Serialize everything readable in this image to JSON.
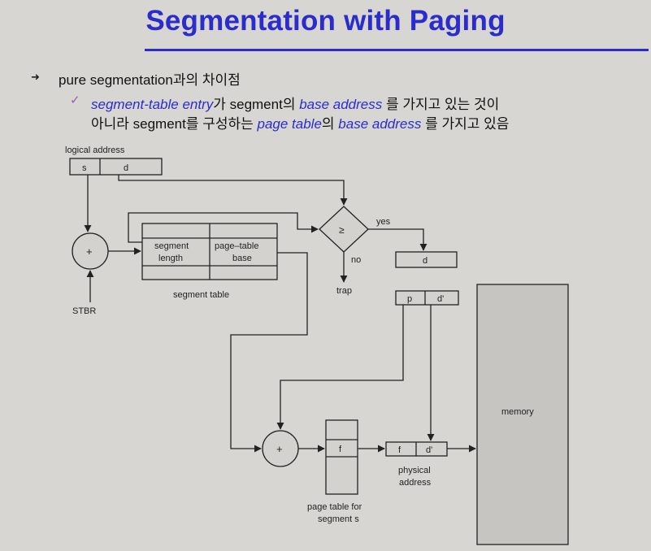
{
  "title": "Segmentation with Paging",
  "bullet": {
    "text": "pure segmentation과의 차이점"
  },
  "sub": {
    "line1": {
      "a": "segment-table entry",
      "b": "가 segment의 ",
      "c": "base address",
      "d": " 를 가지고 있는 것이"
    },
    "line2": {
      "a": "아니라 segment를 구성하는 ",
      "b": "page table",
      "c": "의 ",
      "d": "base address",
      "e": " 를 가지고 있음"
    }
  },
  "diagram": {
    "logical_address": "logical address",
    "s": "s",
    "d": "d",
    "plus": "+",
    "stbr": "STBR",
    "segment_length_1": "segment",
    "segment_length_2": "length",
    "page_table_base_1": "page–table",
    "page_table_base_2": "base",
    "segment_table": "segment table",
    "compare": "≥",
    "yes": "yes",
    "no": "no",
    "trap": "trap",
    "d_box": "d",
    "p": "p",
    "d_prime": "d'",
    "memory": "memory",
    "f": "f",
    "physical_1": "physical",
    "physical_2": "address",
    "page_table_for_1": "page table for",
    "page_table_for_2": "segment s"
  },
  "colors": {
    "title": "#2a2ccc",
    "background": "#d7d6d2",
    "box_fill": "#d3d2ce",
    "memory_fill": "#c6c5c1"
  }
}
